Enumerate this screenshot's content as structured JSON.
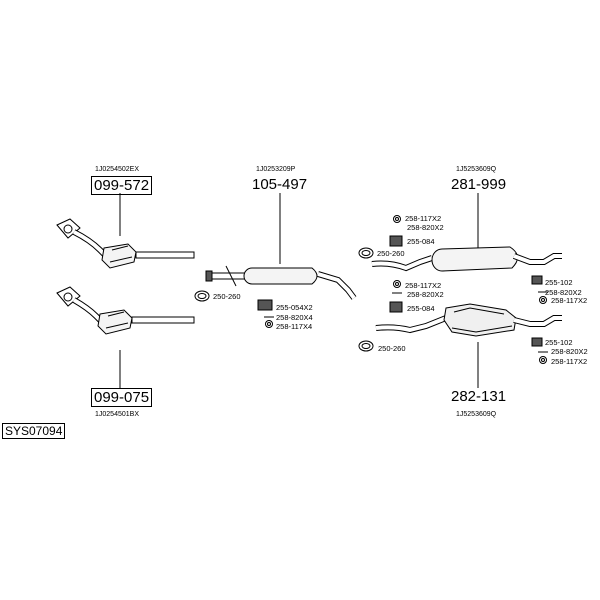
{
  "system": {
    "code": "SYS07094"
  },
  "parts": {
    "cat_upper": {
      "oem": "1J0254502EX",
      "number": "099-572"
    },
    "cat_lower": {
      "number": "099-075",
      "oem": "1J0254501BX"
    },
    "mid": {
      "oem": "1J0253209P",
      "number": "105-497"
    },
    "rear_upper": {
      "oem": "1J5253609Q",
      "number": "281-999"
    },
    "rear_lower": {
      "number": "282-131",
      "oem": "1J5253609Q"
    }
  },
  "fittings": {
    "mid": {
      "clamp": "250-260",
      "f1": "255-054X2",
      "f2": "258-820X4",
      "f3": "258-117X4"
    },
    "rear_upper": {
      "a": "258-117X2",
      "b": "258-820X2",
      "c": "255-084",
      "clamp": "250-260",
      "d": "255-102",
      "e": "258-820X2",
      "f": "258-117X2"
    },
    "rear_lower": {
      "a": "258-117X2",
      "b": "258-820X2",
      "c": "255-084",
      "d": "255-102",
      "e": "258-820X2",
      "f": "258-117X2",
      "clamp": "250-260"
    }
  }
}
